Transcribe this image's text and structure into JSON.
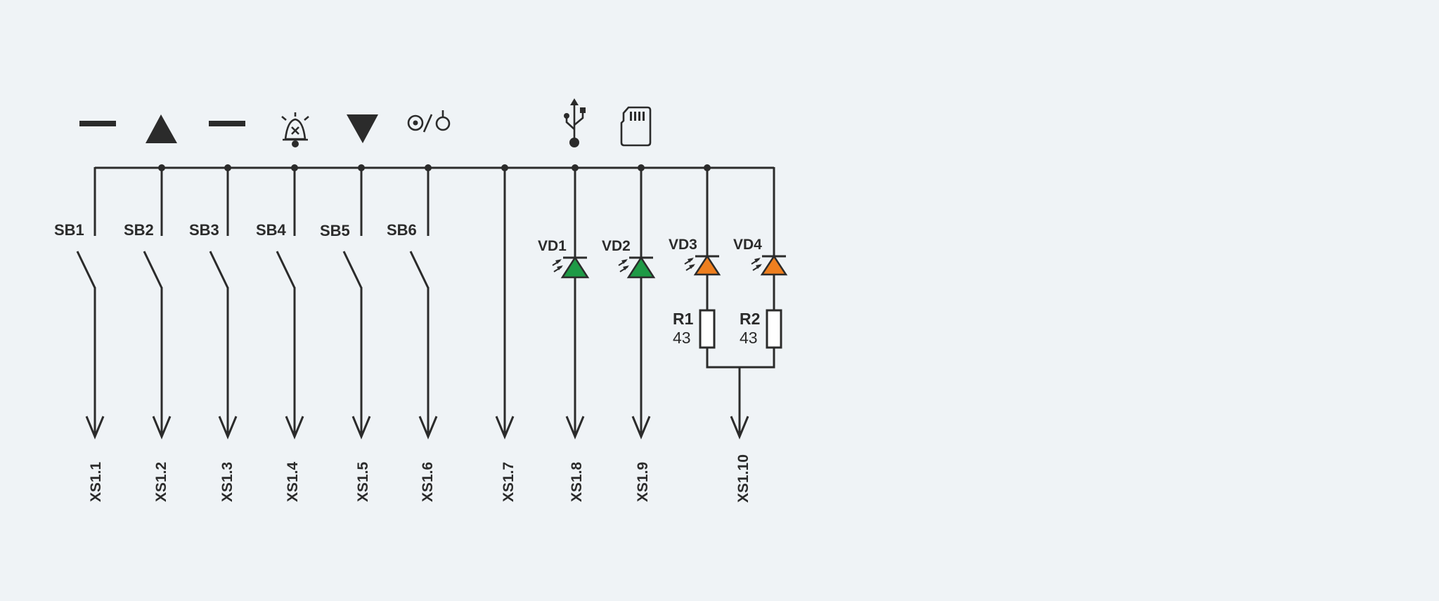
{
  "switches": [
    {
      "label": "SB1",
      "icon": "minus-icon"
    },
    {
      "label": "SB2",
      "icon": "up-triangle-icon"
    },
    {
      "label": "SB3",
      "icon": "minus-icon"
    },
    {
      "label": "SB4",
      "icon": "alarm-bell-off-icon"
    },
    {
      "label": "SB5",
      "icon": "down-triangle-icon"
    },
    {
      "label": "SB6",
      "icon": "power-toggle-icon"
    }
  ],
  "pins": [
    "XS1.1",
    "XS1.2",
    "XS1.3",
    "XS1.4",
    "XS1.5",
    "XS1.6",
    "XS1.7",
    "XS1.8",
    "XS1.9",
    "XS1.10"
  ],
  "leds": [
    {
      "label": "VD1",
      "color": "#1f9a46"
    },
    {
      "label": "VD2",
      "color": "#1f9a46"
    },
    {
      "label": "VD3",
      "color": "#ee7f1f"
    },
    {
      "label": "VD4",
      "color": "#ee7f1f"
    }
  ],
  "resistors": [
    {
      "name": "R1",
      "value": "43"
    },
    {
      "name": "R2",
      "value": "43"
    }
  ],
  "extra_icons": [
    "usb-icon",
    "sd-card-icon"
  ],
  "colors": {
    "wire": "#2b2b2b",
    "background": "#eff3f6",
    "led_green": "#1f9a46",
    "led_orange": "#ee7f1f"
  }
}
